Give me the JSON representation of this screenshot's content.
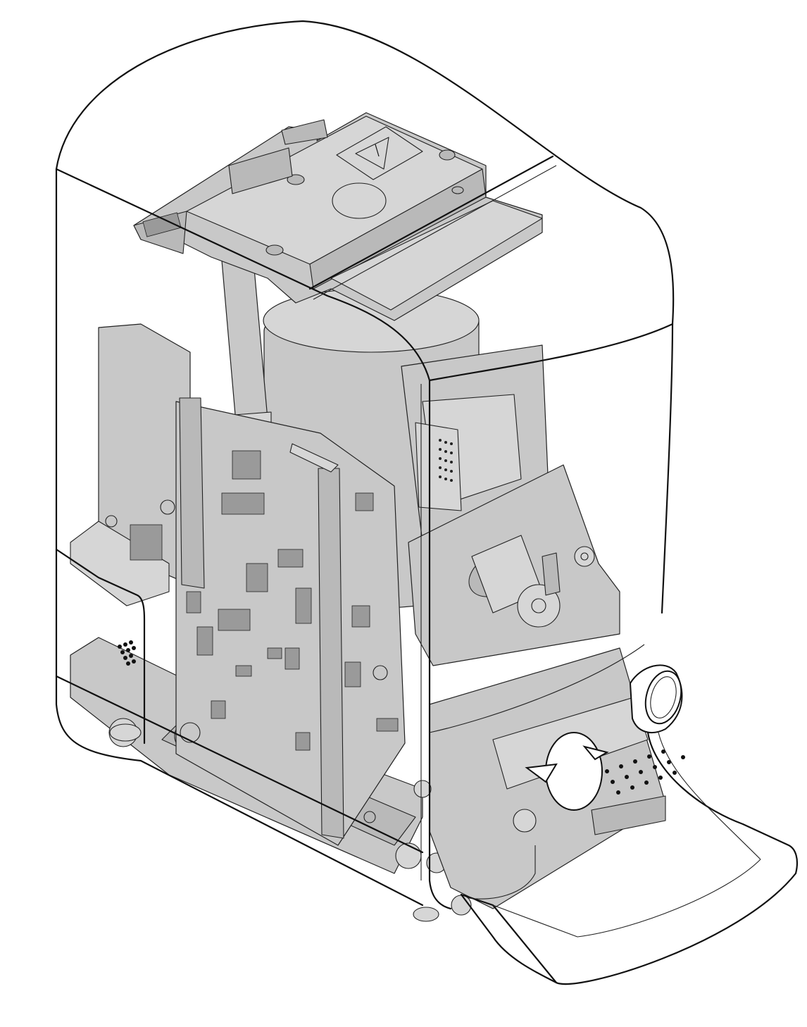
{
  "diagram": {
    "components": [
      {
        "name": "outer-housing",
        "icon": "transparent-shell"
      },
      {
        "name": "top-cover-plate",
        "icon": "warning-triangle-icon"
      },
      {
        "name": "cylindrical-reservoir",
        "icon": "cylinder"
      },
      {
        "name": "main-circuit-board",
        "icon": "pcb"
      },
      {
        "name": "side-circuit-board",
        "icon": "pcb"
      },
      {
        "name": "ribbon-cable",
        "icon": "flat-cable"
      },
      {
        "name": "drive-motor",
        "icon": "motor"
      },
      {
        "name": "connector-module",
        "icon": "connector"
      },
      {
        "name": "control-knob",
        "icon": "knob"
      },
      {
        "name": "dispensing-nozzle",
        "icon": "ring"
      },
      {
        "name": "front-drip-tray",
        "icon": "tray"
      },
      {
        "name": "base-frame",
        "icon": "frame"
      }
    ],
    "colors": {
      "line": "#111111",
      "part_fill": "#c8c8c8",
      "background": "#ffffff"
    }
  }
}
